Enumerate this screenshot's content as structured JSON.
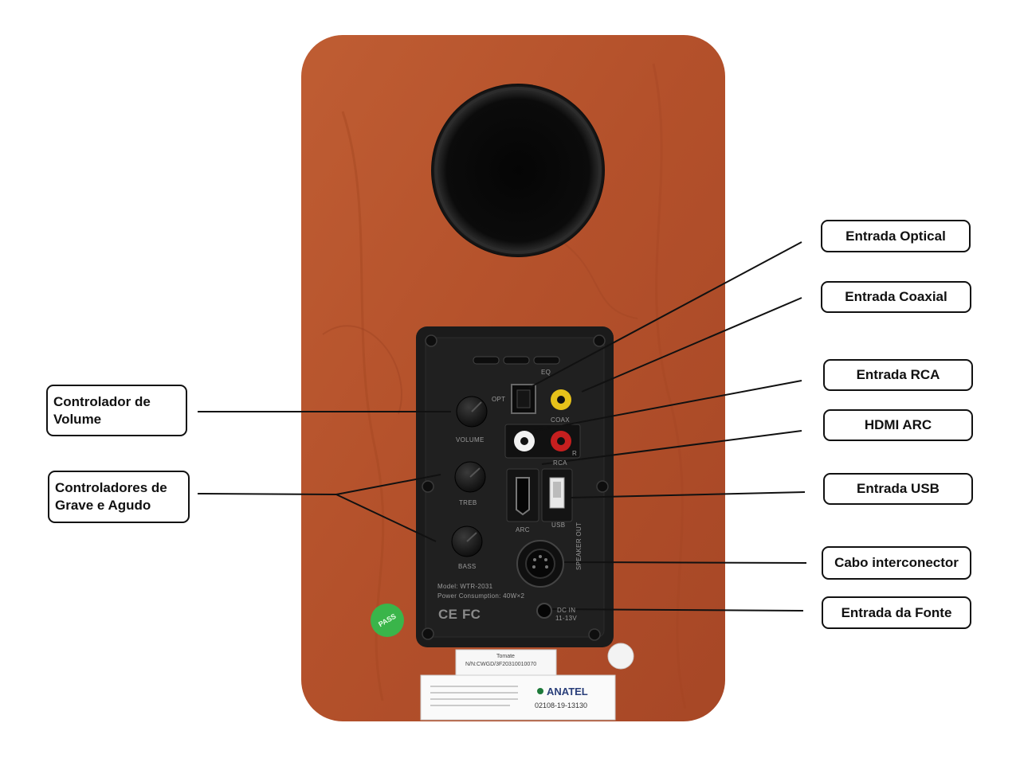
{
  "callouts_right": [
    {
      "id": "optical",
      "label": "Entrada Optical"
    },
    {
      "id": "coaxial",
      "label": "Entrada Coaxial"
    },
    {
      "id": "rca",
      "label": "Entrada RCA"
    },
    {
      "id": "hdmi",
      "label": "HDMI ARC"
    },
    {
      "id": "usb",
      "label": "Entrada USB"
    },
    {
      "id": "interconnect",
      "label": "Cabo interconector"
    },
    {
      "id": "power",
      "label": "Entrada da Fonte"
    }
  ],
  "callouts_left": [
    {
      "id": "volume",
      "label": "Controlador de Volume"
    },
    {
      "id": "tone",
      "label": "Controladores de Grave e Agudo"
    }
  ],
  "panel": {
    "label_opt": "OPT",
    "label_coax": "COAX",
    "label_rca": "RCA",
    "label_r": "R",
    "label_arc": "ARC",
    "label_usb": "USB",
    "label_volume": "VOLUME",
    "label_treb": "TREB",
    "label_bass": "BASS",
    "label_eq": "EQ",
    "label_speaker_out": "SPEAKER OUT",
    "label_dcin": "DC IN",
    "label_dcin_v": "11-13V",
    "model": "Model: WTR-2031",
    "power": "Power Consumption: 40W×2",
    "ce": "CE",
    "fc": "FC"
  },
  "stickers": {
    "pass": "PASS",
    "serial_top": "Tomate",
    "serial_bottom": "N/N:CWGD/3F20310010070",
    "anatel": "ANATEL",
    "anatel_code": "02108-19-13130"
  },
  "colors": {
    "wood": "#b8552e",
    "wood_dark": "#8e3c1e",
    "panel": "#1b1b1b",
    "port_hole": "#0a0a0a",
    "coax_yellow": "#e7c21a",
    "rca_red": "#c61f1f",
    "sticker_green": "#3ab54a"
  }
}
